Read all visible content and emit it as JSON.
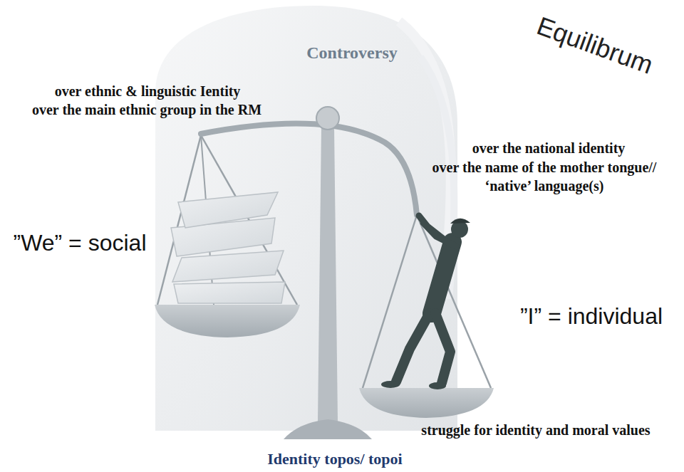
{
  "diagram": {
    "caption": "Identity topos/ topoi",
    "labels": [
      "Equilibrum",
      "Controversy",
      "over ethnic & linguistic Ientity",
      "over the main ethnic group in the RM",
      "over the national identity",
      "over the name of the mother tongue// ‘native’ language(s)",
      "”We” = social",
      "”I” = individual",
      "struggle for identity and moral values"
    ]
  }
}
